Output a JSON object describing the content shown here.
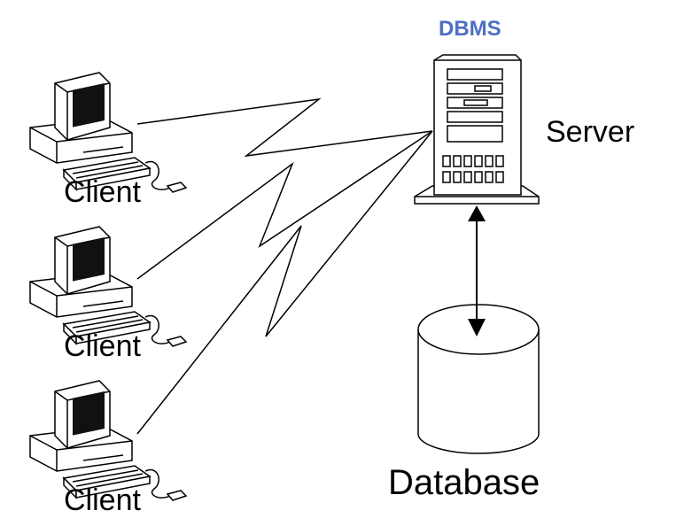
{
  "clients": [
    {
      "label": "Client"
    },
    {
      "label": "Client"
    },
    {
      "label": "Client"
    }
  ],
  "server": {
    "label": "Server",
    "software": "DBMS"
  },
  "database": {
    "label": "Database"
  },
  "colors": {
    "dbms": "#4f6fc4",
    "stroke": "#000000",
    "screen": "#111111"
  }
}
